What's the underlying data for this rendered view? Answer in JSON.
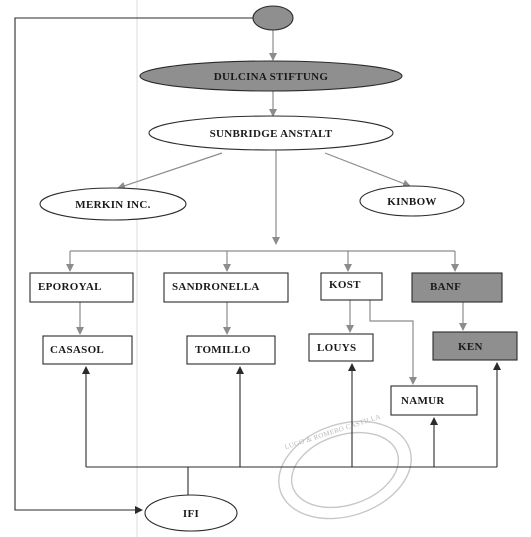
{
  "diagram": {
    "top_node": {
      "label": ""
    },
    "foundation": {
      "label": "DULCINA STIFTUNG",
      "fill": "#8f8f8f"
    },
    "anstalt": {
      "label": "SUNBRIDGE ANSTALT"
    },
    "merkin": {
      "label": "MERKIN INC."
    },
    "kinbow": {
      "label": "KINBOW"
    },
    "eporoyal": {
      "label": "EPOROYAL"
    },
    "sandronella": {
      "label": "SANDRONELLA"
    },
    "kost": {
      "label": "KOST"
    },
    "banf": {
      "label": "BANF",
      "fill": "#8f8f8f"
    },
    "casasol": {
      "label": "CASASOL"
    },
    "tomillo": {
      "label": "TOMILLO"
    },
    "louys": {
      "label": "LOUYS"
    },
    "ken": {
      "label": "KEN",
      "fill": "#8f8f8f"
    },
    "namur": {
      "label": "NAMUR"
    },
    "ifi": {
      "label": "IFI"
    },
    "stamp": {
      "text": "LUGO & ROMERO CASTILLA"
    }
  }
}
